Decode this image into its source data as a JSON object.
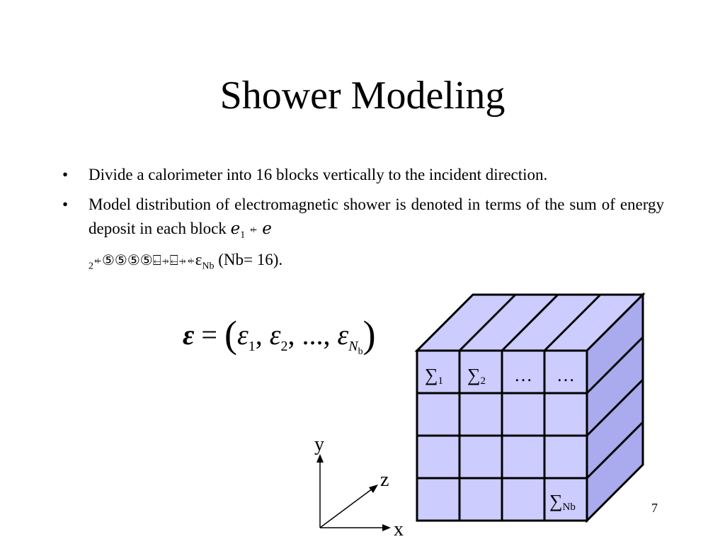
{
  "slide": {
    "title": "Shower Modeling",
    "page_number": "7"
  },
  "bullets": [
    {
      "text": "Divide a calorimeter into 16 blocks vertically to the incident direction."
    },
    {
      "text_main": "Model distribution of electromagnetic shower is denoted in terms of the sum of energy deposit in each block ",
      "sym1": "ℯ",
      "sub1": "1",
      "sep1": "⍅  ",
      "sym2": "ℯ",
      "sub2": "2",
      "garbled": "⍅⑤⑤⑤⑤⍇⍆⍇⍆⍅",
      "epsilon": "ε",
      "sub_nb": "Nb",
      "tail": " (Nb= 16)."
    }
  ],
  "formula": {
    "lhs": "ε",
    "equals": " = ",
    "open": "(",
    "e1": "ε",
    "s1": "1",
    "comma1": ", ",
    "e2": "ε",
    "s2": "2",
    "mid": ", ..., ",
    "e3": "ε",
    "s3": "N",
    "s3b": "b",
    "close": ")"
  },
  "figure": {
    "cube_face_color": "#ccccff",
    "cube_side_color": "#aaaaee",
    "cell_labels": {
      "c11": "∑",
      "c11_sub": "1",
      "c12": "∑",
      "c12_sub": "2",
      "c13": "…",
      "c14": "…",
      "c44": "∑",
      "c44_sub": "Nb"
    },
    "axes": {
      "x": "x",
      "y": "y",
      "z": "z"
    }
  }
}
